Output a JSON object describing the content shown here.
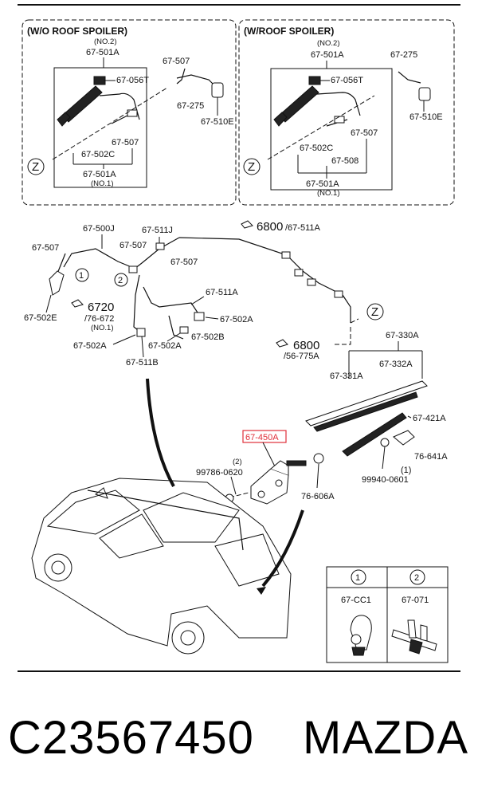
{
  "panels": {
    "left_title": "(W/O ROOF SPOILER)",
    "right_title": "(W/ROOF SPOILER)",
    "left": {
      "no2": "(NO.2)",
      "p501a_top": "67-501A",
      "p507": "67-507",
      "p056t": "67-056T",
      "p275": "67-275",
      "p510e": "67-510E",
      "p507b": "67-507",
      "p502c": "67-502C",
      "p501a_bot": "67-501A",
      "no1": "(NO.1)",
      "z": "Z"
    },
    "right": {
      "no2": "(NO.2)",
      "p501a_top": "67-501A",
      "p275": "67-275",
      "p056t": "67-056T",
      "p510e": "67-510E",
      "p507": "67-507",
      "p502c": "67-502C",
      "p508": "67-508",
      "p501a_bot": "67-501A",
      "no1": "(NO.1)",
      "z": "Z"
    }
  },
  "main": {
    "p500j": "67-500J",
    "p511j": "67-511J",
    "ref6800_top": "6800",
    "ref6800_top_suffix": "/67-511A",
    "p507_a": "67-507",
    "p507_b": "67-507",
    "p507_c": "67-507",
    "callout1": "1",
    "callout2": "2",
    "p502e": "67-502E",
    "ref6720": "6720",
    "ref6720_suffix": "/76-672",
    "ref6720_no": "(NO.1)",
    "p511a": "67-511A",
    "p502a_right": "67-502A",
    "p502b": "67-502B",
    "p502a_left": "67-502A",
    "p502a_mid": "67-502A",
    "p511b": "67-511B",
    "z": "Z",
    "ref6800_mid": "6800",
    "ref6800_mid_suffix": "/56-775A",
    "p330a": "67-330A",
    "p331a": "67-331A",
    "p332a": "67-332A",
    "p421a": "67-421A",
    "p450a": "67-450A",
    "p641a": "76-641A",
    "p641a_qty": "(1)",
    "qty2": "(2)",
    "p99786": "99786-0620",
    "p99940": "99940-0601",
    "p606a": "76-606A"
  },
  "legend": {
    "col1_num": "1",
    "col2_num": "2",
    "col1_part": "67-CC1",
    "col2_part": "67-071"
  },
  "footer": {
    "part_number": "C23567450",
    "brand": "MAZDA"
  },
  "colors": {
    "highlight": "#e0303a",
    "line": "#111111"
  }
}
